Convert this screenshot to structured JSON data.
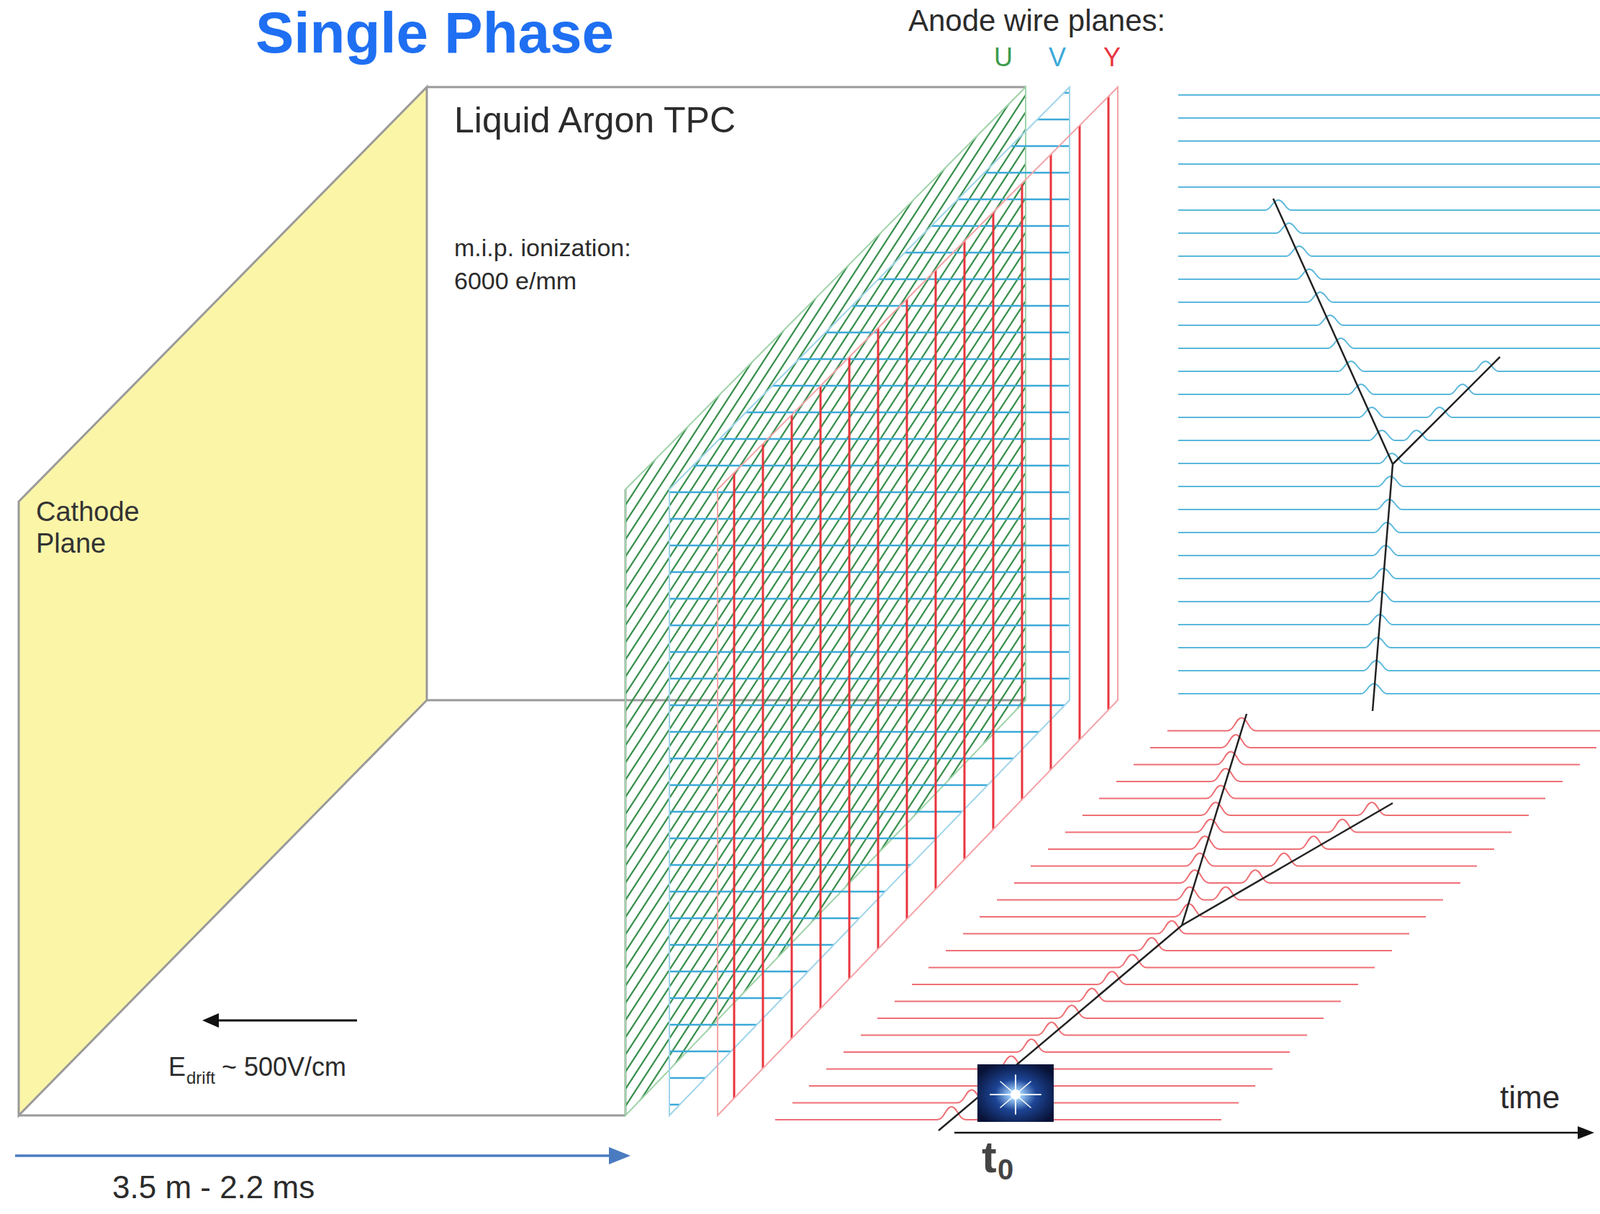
{
  "diagram": {
    "title": "Single Phase",
    "nodes": [
      {
        "text": [
          "Cathode Plane"
        ]
      }
    ],
    "labels": [
      "Anode wire planes:",
      "U",
      "V",
      "Y",
      "Liquid Argon TPC",
      "m.i.p. ionization: 6000 e/mm",
      "E",
      "drift",
      "~ 500V/cm",
      "time",
      "t",
      "0",
      "3.5 m - 2.2 ms"
    ]
  }
}
